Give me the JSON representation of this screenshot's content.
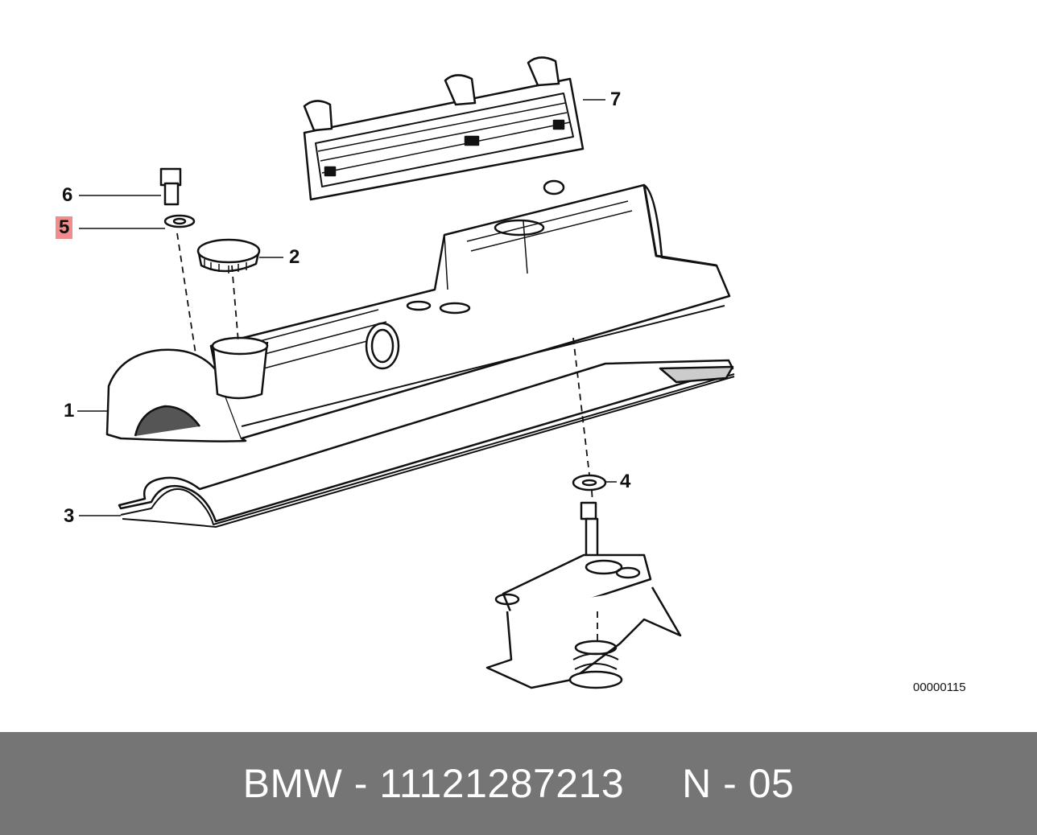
{
  "diagram": {
    "callouts": [
      {
        "id": "1",
        "label": "1",
        "highlighted": false
      },
      {
        "id": "2",
        "label": "2",
        "highlighted": false
      },
      {
        "id": "3",
        "label": "3",
        "highlighted": false
      },
      {
        "id": "4",
        "label": "4",
        "highlighted": false
      },
      {
        "id": "5",
        "label": "5",
        "highlighted": true
      },
      {
        "id": "6",
        "label": "6",
        "highlighted": false
      },
      {
        "id": "7",
        "label": "7",
        "highlighted": false
      }
    ],
    "drawing_number": "00000115",
    "highlight_color": "#f08c8c"
  },
  "footer": {
    "text": "BMW - 11121287213     N - 05",
    "background_color": "#757575"
  }
}
